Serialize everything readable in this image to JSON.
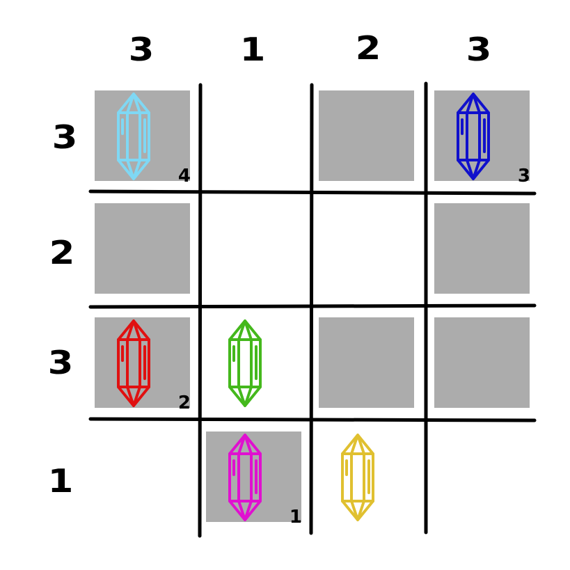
{
  "column_clues": [
    "3",
    "1",
    "2",
    "3"
  ],
  "row_clues": [
    "3",
    "2",
    "3",
    "1"
  ],
  "cells": [
    [
      {
        "shaded": true,
        "crystal": "light-blue",
        "color": "#7fd8f4",
        "number": "4"
      },
      {
        "shaded": false,
        "crystal": null,
        "color": null,
        "number": null
      },
      {
        "shaded": true,
        "crystal": null,
        "color": null,
        "number": null
      },
      {
        "shaded": true,
        "crystal": "blue",
        "color": "#1010cc",
        "number": "3"
      }
    ],
    [
      {
        "shaded": true,
        "crystal": null,
        "color": null,
        "number": null
      },
      {
        "shaded": false,
        "crystal": null,
        "color": null,
        "number": null
      },
      {
        "shaded": false,
        "crystal": null,
        "color": null,
        "number": null
      },
      {
        "shaded": true,
        "crystal": null,
        "color": null,
        "number": null
      }
    ],
    [
      {
        "shaded": true,
        "crystal": "red",
        "color": "#e01010",
        "number": "2"
      },
      {
        "shaded": false,
        "crystal": "green",
        "color": "#44b81c",
        "number": null
      },
      {
        "shaded": true,
        "crystal": null,
        "color": null,
        "number": null
      },
      {
        "shaded": true,
        "crystal": null,
        "color": null,
        "number": null
      }
    ],
    [
      {
        "shaded": false,
        "crystal": null,
        "color": null,
        "number": null
      },
      {
        "shaded": true,
        "crystal": "magenta",
        "color": "#e010d0",
        "number": "1"
      },
      {
        "shaded": false,
        "crystal": "gold",
        "color": "#e0c030",
        "number": null
      },
      {
        "shaded": false,
        "crystal": null,
        "color": null,
        "number": null
      }
    ]
  ]
}
